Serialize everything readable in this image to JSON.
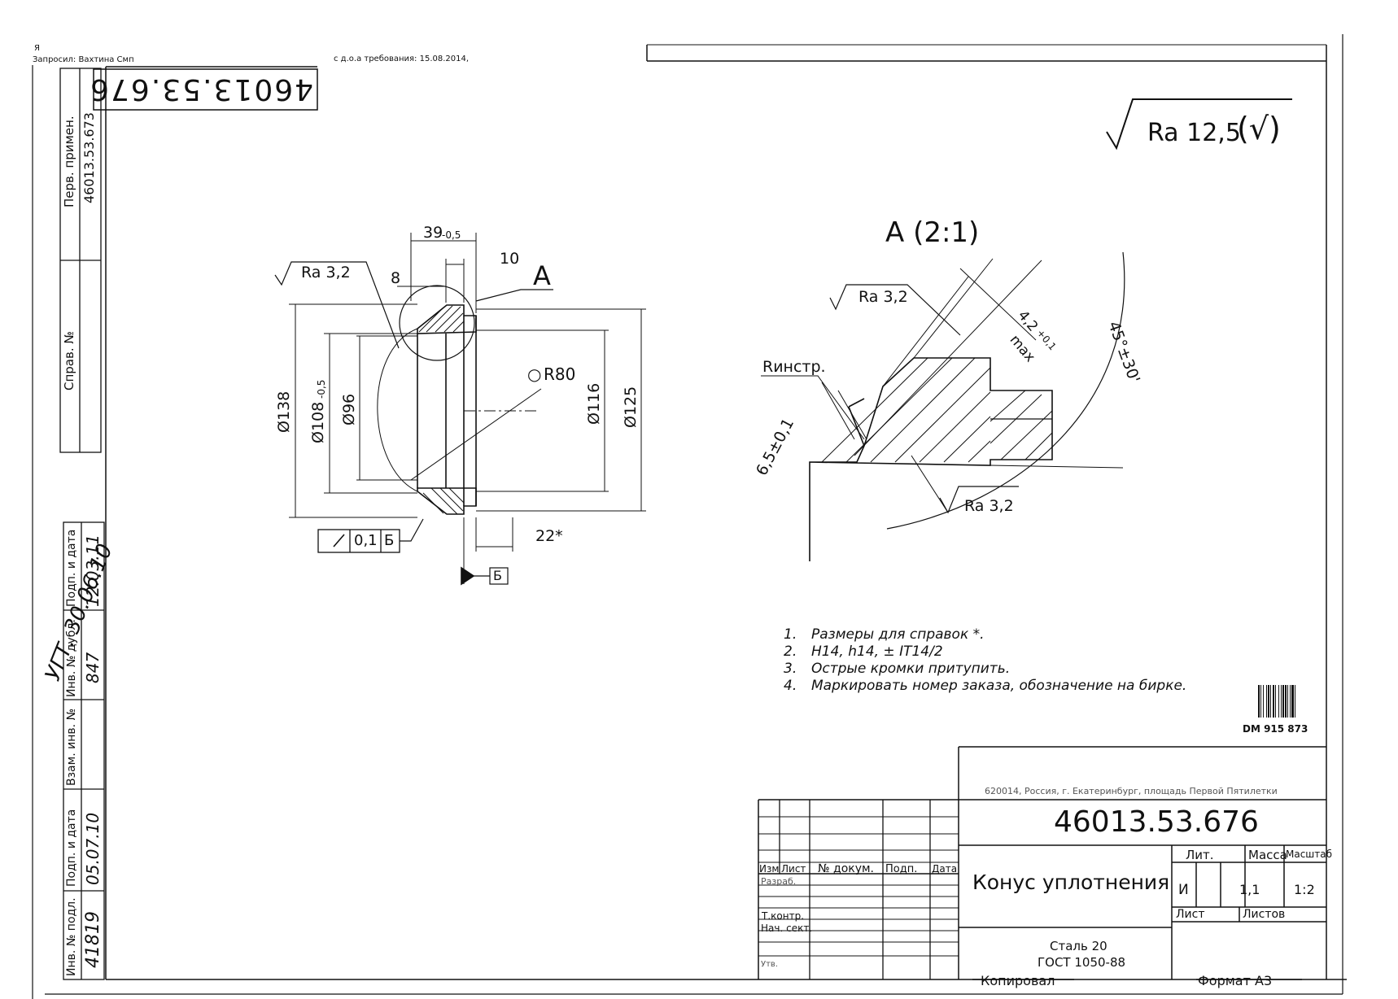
{
  "header": {
    "line_a": "Запросил: Вахтина Смп",
    "line_b": "с д.о.а требования: 15.08.2014, ",
    "mark_left": "Я"
  },
  "document_number": "46013.53.676",
  "document_number_rotated": "46013.53.676",
  "roughness_general": {
    "label": "Ra 12,5",
    "suffix_symbol": "(√)"
  },
  "left_strip": {
    "first_use_label": "Перв. примен.",
    "first_use_value": "46013.53.673",
    "reference_label": "Справ. №",
    "columns": [
      {
        "label": "Инв. № подл.",
        "value": "41819"
      },
      {
        "label": "Подп. и дата",
        "value": "05.07.10"
      },
      {
        "label": "Взам. инв. №",
        "value": ""
      },
      {
        "label": "Инв. № дубл.",
        "value": "847"
      },
      {
        "label": "Подп. и дата",
        "value": "12.03.11"
      }
    ],
    "handwritten_note": "УГТ. 30.06.10"
  },
  "main_view": {
    "roughness": "Ra 3,2",
    "dimensions": {
      "d138": "Ø138",
      "d108": "Ø108",
      "d108_tol": "-0,5",
      "d96": "Ø96",
      "d116": "Ø116",
      "d125": "Ø125",
      "len39": "39",
      "len39_tol": "-0,5",
      "len8": "8",
      "len10": "10",
      "len22": "22*",
      "radius": "R80"
    },
    "detail_callout": "A",
    "tolerance_frame": {
      "value": "0,1",
      "datum": "Б"
    },
    "datum_label": "Б"
  },
  "detail_view": {
    "title": "А (2:1)",
    "roughness_top": "Ra 3,2",
    "roughness_bottom": "Ra 3,2",
    "tool_radius": "Rинстр.",
    "dim_65": "6,5±0,1",
    "dim_42": "4,2",
    "dim_42_tol": "+0,1",
    "dim_max": "max",
    "angle": "45°±30'"
  },
  "notes": [
    {
      "num": "1.",
      "text": "Размеры для справок *."
    },
    {
      "num": "2.",
      "text": "H14, h14, ± IT14/2"
    },
    {
      "num": "3.",
      "text": "Острые кромки притупить."
    },
    {
      "num": "4.",
      "text": "Маркировать номер заказа, обозначение на бирке."
    }
  ],
  "barcode_label": "DM 915 873",
  "title_block": {
    "address": "620014, Россия, г. Екатеринбург, площадь Первой Пятилетки",
    "designation": "46013.53.676",
    "name": "Конус уплотнения",
    "material_line1": "Сталь 20",
    "material_line2": "ГОСТ 1050-88",
    "headers": {
      "lit": "Лит.",
      "mass": "Масса",
      "scale": "Масштаб"
    },
    "lit_value": "И",
    "mass_value": "1,1",
    "scale_value": "1:2",
    "sheet_label": "Лист",
    "sheets_label": "Листов",
    "rev_headers": [
      "Изм",
      "Лист",
      "№ докум.",
      "Подп.",
      "Дата"
    ],
    "roles": [
      "Разраб.",
      "Т.контр.",
      "Нач. сект.",
      "Утв."
    ],
    "copied_label": "Копировал",
    "format_label": "Формат А3"
  }
}
